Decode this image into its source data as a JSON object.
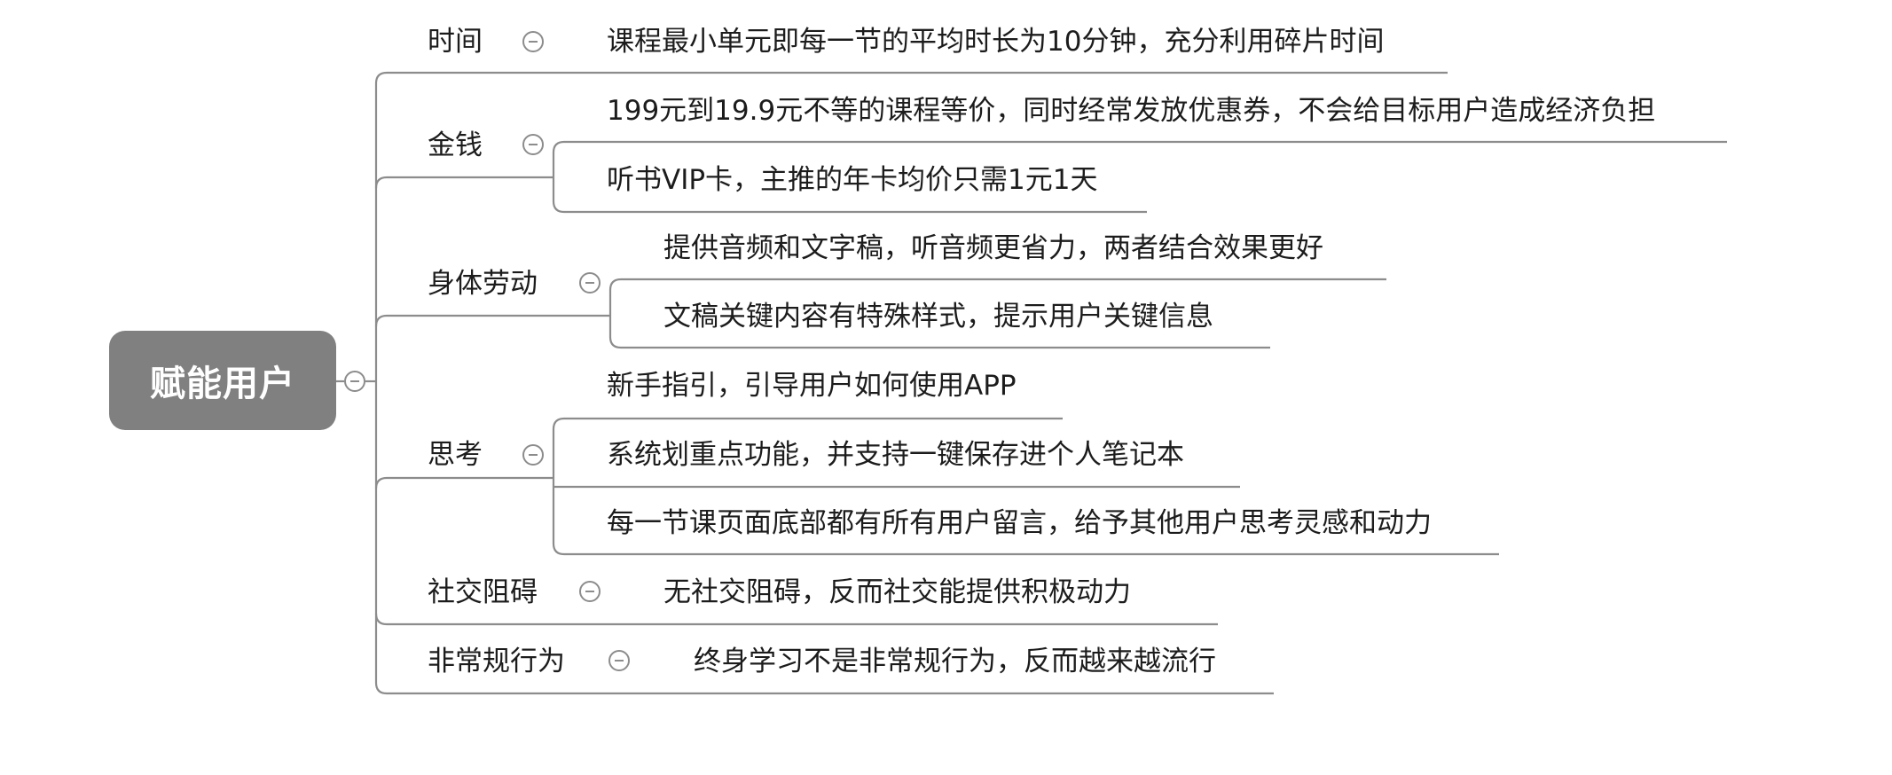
{
  "root": {
    "label": "赋能用户"
  },
  "branches": [
    {
      "label": "时间",
      "items": [
        "课程最小单元即每一节的平均时长为10分钟，充分利用碎片时间"
      ]
    },
    {
      "label": "金钱",
      "items": [
        "199元到19.9元不等的课程等价，同时经常发放优惠券，不会给目标用户造成经济负担",
        "听书VIP卡，主推的年卡均价只需1元1天"
      ]
    },
    {
      "label": "身体劳动",
      "items": [
        "提供音频和文字稿，听音频更省力，两者结合效果更好",
        "文稿关键内容有特殊样式，提示用户关键信息"
      ]
    },
    {
      "label": "思考",
      "items": [
        "新手指引，引导用户如何使用APP",
        "系统划重点功能，并支持一键保存进个人笔记本",
        "每一节课页面底部都有所有用户留言，给予其他用户思考灵感和动力"
      ]
    },
    {
      "label": "社交阻碍",
      "items": [
        "无社交阻碍，反而社交能提供积极动力"
      ]
    },
    {
      "label": "非常规行为",
      "items": [
        "终身学习不是非常规行为，反而越来越流行"
      ]
    }
  ],
  "colors": {
    "root_fill": "#808080",
    "line": "#8c8c8c",
    "text": "#1c1c1c"
  },
  "icons": {
    "toggle": "collapse-minus-icon"
  }
}
